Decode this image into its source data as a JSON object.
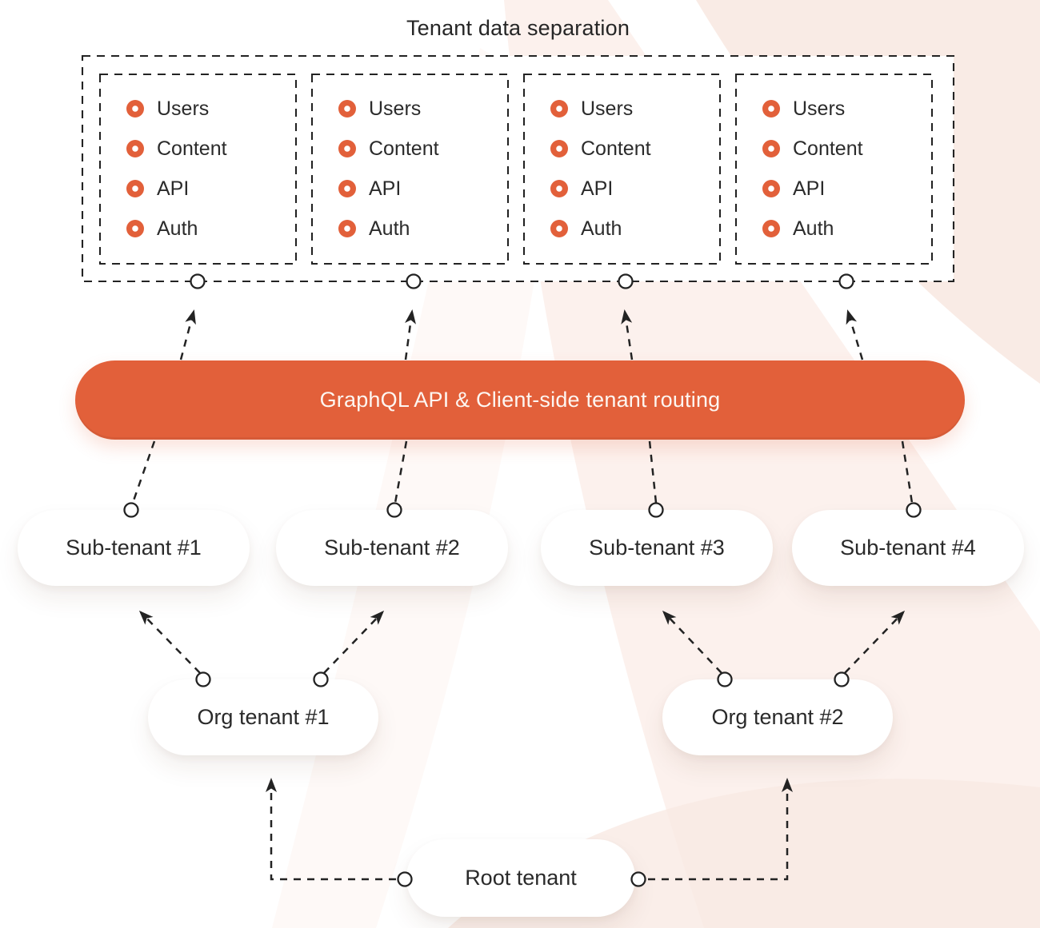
{
  "title": "Tenant data separation",
  "routing_bar": {
    "label": "GraphQL API & Client-side tenant routing"
  },
  "tenant_boxes": [
    {
      "items": [
        "Users",
        "Content",
        "API",
        "Auth"
      ]
    },
    {
      "items": [
        "Users",
        "Content",
        "API",
        "Auth"
      ]
    },
    {
      "items": [
        "Users",
        "Content",
        "API",
        "Auth"
      ]
    },
    {
      "items": [
        "Users",
        "Content",
        "API",
        "Auth"
      ]
    }
  ],
  "sub_tenants": [
    "Sub-tenant #1",
    "Sub-tenant #2",
    "Sub-tenant #3",
    "Sub-tenant #4"
  ],
  "org_tenants": [
    "Org tenant #1",
    "Org tenant #2"
  ],
  "root_tenant": "Root tenant",
  "colors": {
    "accent": "#e2603a",
    "ink": "#232323",
    "text": "#2b2b2b",
    "bar_text": "#fdf6f1",
    "bg_tint_1": "#f8e8e1",
    "bg_tint_2": "#fbeee8",
    "background": "#ffffff"
  }
}
